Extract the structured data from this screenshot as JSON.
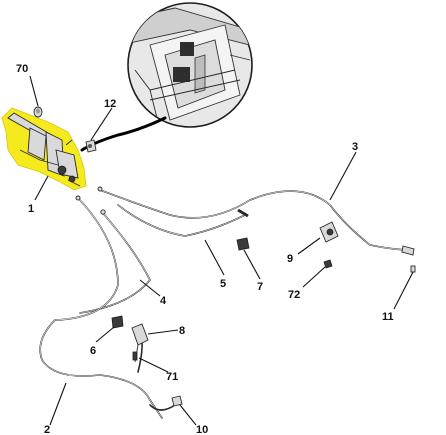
{
  "callouts": [
    {
      "id": "70",
      "label": "70"
    },
    {
      "id": "12",
      "label": "12"
    },
    {
      "id": "1",
      "label": "1"
    },
    {
      "id": "3",
      "label": "3"
    },
    {
      "id": "9",
      "label": "9"
    },
    {
      "id": "72",
      "label": "72"
    },
    {
      "id": "11",
      "label": "11"
    },
    {
      "id": "5",
      "label": "5"
    },
    {
      "id": "7",
      "label": "7"
    },
    {
      "id": "4",
      "label": "4"
    },
    {
      "id": "6",
      "label": "6"
    },
    {
      "id": "8",
      "label": "8"
    },
    {
      "id": "71",
      "label": "71"
    },
    {
      "id": "2",
      "label": "2"
    },
    {
      "id": "10",
      "label": "10"
    }
  ],
  "colors": {
    "highlight": "#f5ea1e",
    "line": "#2b2b2b",
    "part_fill": "#d9d9d9",
    "detail_circle_fill": "#e6e6e6"
  }
}
